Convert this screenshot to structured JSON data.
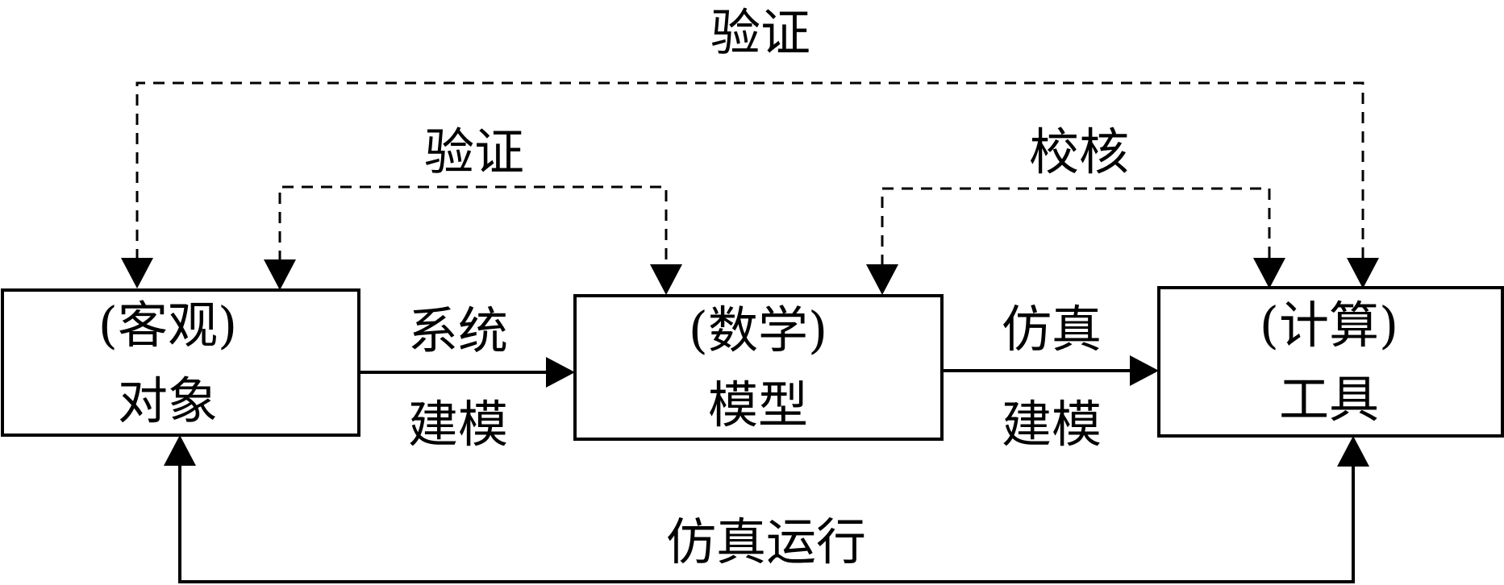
{
  "boxes": {
    "object": {
      "line1": "(客观)",
      "line2": "对象"
    },
    "model": {
      "line1": "(数学)",
      "line2": "模型"
    },
    "tool": {
      "line1": "(计算)",
      "line2": "工具"
    }
  },
  "edges": {
    "system_modeling": {
      "line1": "系统",
      "line2": "建模"
    },
    "simulation_modeling": {
      "line1": "仿真",
      "line2": "建模"
    },
    "simulation_run": "仿真运行",
    "validation_outer": "验证",
    "validation_inner": "验证",
    "verification": "校核"
  }
}
